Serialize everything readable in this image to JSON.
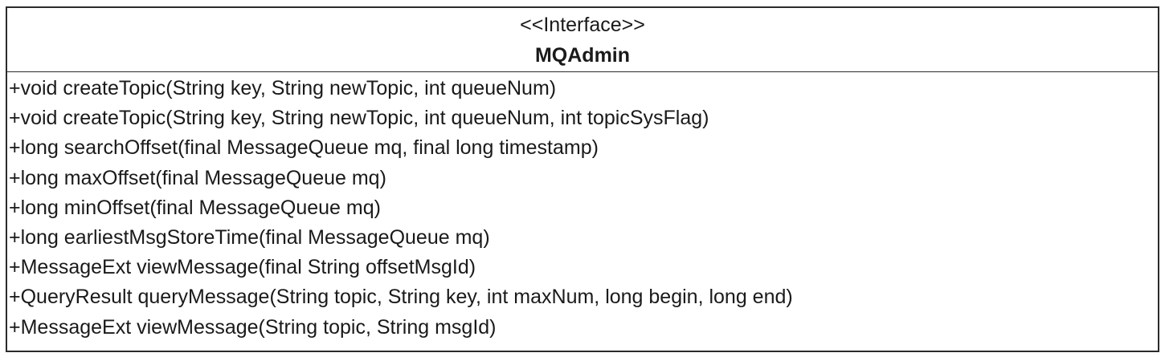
{
  "interface": {
    "stereotype": "<<Interface>>",
    "name": "MQAdmin",
    "methods": [
      "+void createTopic(String key, String newTopic, int queueNum)",
      "+void createTopic(String key, String newTopic, int queueNum, int topicSysFlag)",
      "+long searchOffset(final MessageQueue mq, final long timestamp)",
      "+long maxOffset(final MessageQueue mq)",
      "+long minOffset(final MessageQueue mq)",
      "+long earliestMsgStoreTime(final MessageQueue mq)",
      "+MessageExt viewMessage(final String offsetMsgId)",
      "+QueryResult queryMessage(String topic, String key, int maxNum, long begin, long end)",
      "+MessageExt viewMessage(String topic, String msgId)"
    ]
  }
}
